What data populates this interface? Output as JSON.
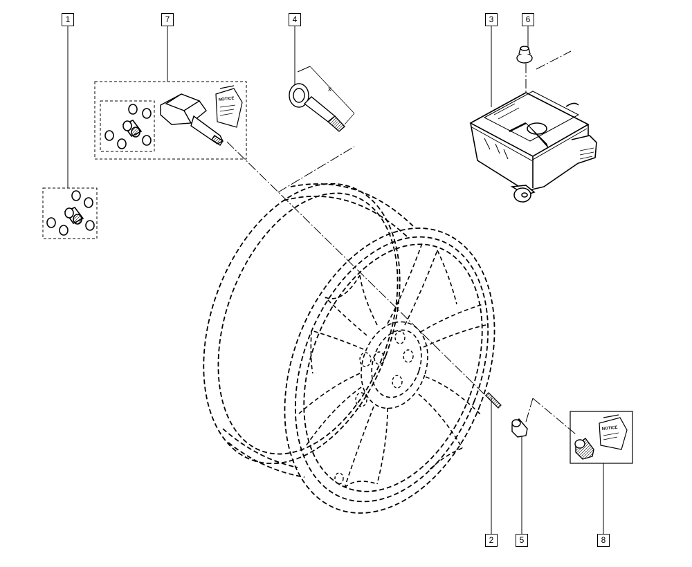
{
  "callouts": {
    "c1": "1",
    "c2": "2",
    "c3": "3",
    "c4": "4",
    "c5": "5",
    "c6": "6",
    "c7": "7",
    "c8": "8"
  },
  "labels": {
    "notice_7": "NOTICE",
    "notice_8": "NOTICE",
    "length_mark": "x"
  }
}
